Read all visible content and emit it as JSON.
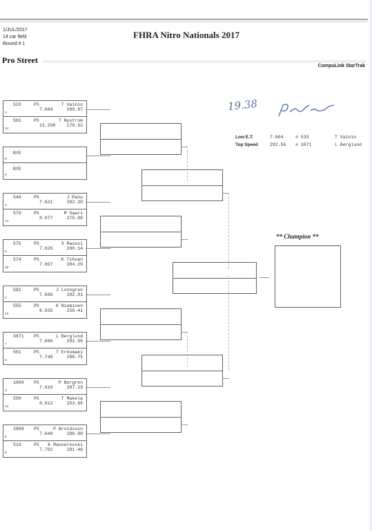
{
  "header": {
    "date": "1/JUL/2017",
    "field": "14 car field",
    "round": "Round # 1",
    "title": "FHRA Nitro Nationals 2017",
    "class_name": "Pro Street",
    "brand": "CompuLink StarTrak"
  },
  "handwriting": {
    "time": "19.38",
    "signature": "signature"
  },
  "stats": {
    "low_et_label": "Low  E.T.",
    "low_et_value": "7.604",
    "low_et_car": "# 533",
    "low_et_driver": "T Vainio",
    "top_speed_label": "Top Speed",
    "top_speed_value": "292.56",
    "top_speed_car": "# 3871",
    "top_speed_driver": "L Berglund"
  },
  "champion_label": "** Champion **",
  "pairs": [
    {
      "top": {
        "num": "533",
        "cls": "PS",
        "driver": "T Vainio",
        "lane": "1",
        "et": "7.604",
        "mph": "289.87"
      },
      "bottom": {
        "num": "591",
        "cls": "PS",
        "driver": "T Nystrom",
        "lane": "14",
        "et": "11.290",
        "mph": "178.52"
      }
    },
    {
      "top": {
        "num": "BYE",
        "cls": "",
        "driver": "",
        "lane": "0",
        "et": "",
        "mph": ""
      },
      "bottom": {
        "num": "BYE",
        "cls": "",
        "driver": "",
        "lane": "0",
        "et": "",
        "mph": ""
      }
    },
    {
      "top": {
        "num": "540",
        "cls": "PS",
        "driver": "J Panu",
        "lane": "4",
        "et": "7.621",
        "mph": "282.30"
      },
      "bottom": {
        "num": "579",
        "cls": "PS",
        "driver": "M Saari",
        "lane": "11",
        "et": "8.077",
        "mph": "275.08"
      }
    },
    {
      "top": {
        "num": "575",
        "cls": "PS",
        "driver": "S Raussi",
        "lane": "5",
        "et": "7.626",
        "mph": "290.14"
      },
      "bottom": {
        "num": "574",
        "cls": "PS",
        "driver": "K Tihvan",
        "lane": "10",
        "et": "7.867",
        "mph": "284.29"
      }
    },
    {
      "top": {
        "num": "582",
        "cls": "PS",
        "driver": "J Lonngren",
        "lane": "2",
        "et": "7.606",
        "mph": "292.01"
      },
      "bottom": {
        "num": "555",
        "cls": "PS",
        "driver": "K Nieminen",
        "lane": "13",
        "et": "8.935",
        "mph": "256.41"
      }
    },
    {
      "top": {
        "num": "3871",
        "cls": "PS",
        "driver": "L Berglund",
        "lane": "7",
        "et": "7.666",
        "mph": "292.56"
      },
      "bottom": {
        "num": "551",
        "cls": "PS",
        "driver": "T Erhomaki",
        "lane": "8",
        "et": "7.740",
        "mph": "288.75"
      }
    },
    {
      "top": {
        "num": "1900",
        "cls": "PS",
        "driver": "P Norgren",
        "lane": "3",
        "et": "7.610",
        "mph": "287.19"
      },
      "bottom": {
        "num": "550",
        "cls": "PS",
        "driver": "T Makela",
        "lane": "12",
        "et": "8.612",
        "mph": "253.95"
      }
    },
    {
      "top": {
        "num": "2808",
        "cls": "PS",
        "driver": "P Arvidsson",
        "lane": "6",
        "et": "7.640",
        "mph": "286.88"
      },
      "bottom": {
        "num": "519",
        "cls": "PS",
        "driver": "K Mannerkoski",
        "lane": "9",
        "et": "7.792",
        "mph": "281.46"
      }
    }
  ]
}
